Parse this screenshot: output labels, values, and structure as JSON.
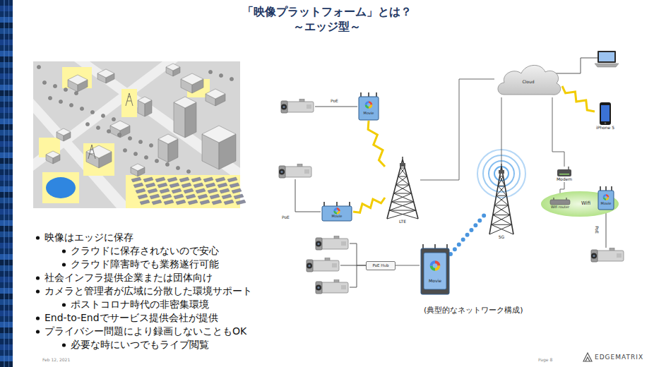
{
  "diagram": {
    "title": "「映像プラットフォーム」とは？ ～エッジ型～",
    "caption": "(典型的なネットワーク構成)",
    "nodes": [
      {
        "text": [
          "Cloud"
        ]
      },
      {
        "text": [
          "iPhone 5"
        ]
      },
      {
        "text": [
          "Movie"
        ]
      },
      {
        "text": [
          "Movie"
        ]
      },
      {
        "text": [
          "LTE"
        ]
      },
      {
        "text": [
          "5G"
        ]
      },
      {
        "text": [
          "Modem"
        ]
      },
      {
        "text": [
          "Wifi"
        ]
      },
      {
        "text": [
          "Wifi router"
        ],
        "in": 7
      },
      {
        "text": [
          "Movie"
        ],
        "in": 7
      },
      {
        "text": [
          "PoE Hub"
        ]
      },
      {
        "text": [
          "Movie"
        ]
      }
    ],
    "edges": [
      {
        "from": 2,
        "to": 4,
        "arrow": "none"
      },
      {
        "from": 3,
        "to": 4,
        "arrow": "none"
      },
      {
        "from": 4,
        "to": 0,
        "arrow": "none"
      },
      {
        "from": 5,
        "to": 0,
        "arrow": "none"
      },
      {
        "from": 0,
        "to": 6,
        "arrow": "none"
      },
      {
        "from": 6,
        "to": 8,
        "arrow": "none"
      },
      {
        "from": 0,
        "to": 1,
        "arrow": "none"
      },
      {
        "from": 10,
        "to": 11,
        "arrow": "none"
      },
      {
        "from": 11,
        "to": 5,
        "arrow": "none"
      }
    ],
    "labels": [
      "映像はエッジに保存",
      "クラウドに保存されないので安心",
      "クラウド障害時でも業務遂行可能",
      "社会インフラ提供企業または団体向け",
      "カメラと管理者が広域に分散した環境サポート",
      "ポストコロナ時代の非密集環境",
      "End-to-Endでサービス提供会社が提供",
      "プライバシー問題により録画しないこともOK",
      "必要な時にいつでもライブ閲覧",
      "PoE",
      "PoE",
      "PoE",
      "Feb 12, 2021",
      "Page 8",
      "EDGEMATRIX"
    ]
  }
}
